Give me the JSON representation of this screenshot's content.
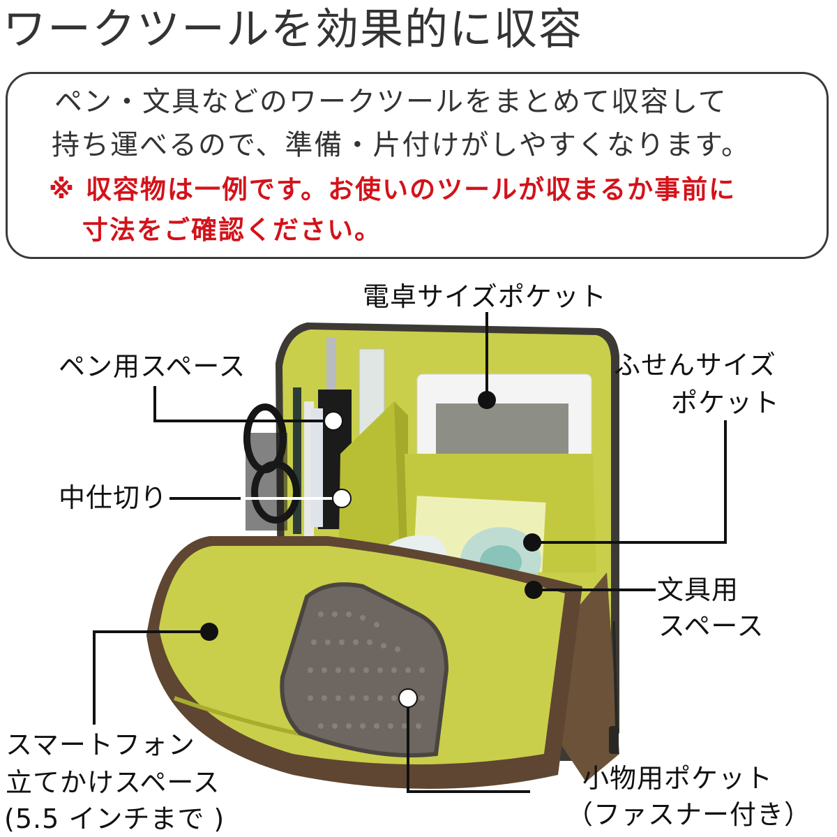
{
  "header": {
    "title": "ワークツールを効果的に収容"
  },
  "notice": {
    "lines": [
      "ペン・文具などのワークツールをまとめて収容して",
      "持ち運べるので、準備・片付けがしやすくなります。"
    ],
    "warning_lines": [
      "※ 収容物は一例です。お使いのツールが収まるか事前に",
      "寸法をご確認ください。"
    ]
  },
  "callouts": {
    "calculator_pocket": "電卓サイズポケット",
    "pen_space": "ペン用スペース",
    "sticky_note_pocket_line1": "ふせんサイズ",
    "sticky_note_pocket_line2": "ポケット",
    "divider": "中仕切り",
    "stationery_space_line1": "文具用",
    "stationery_space_line2": "スペース",
    "smartphone_stand_line1": "スマートフォン",
    "smartphone_stand_line2": "立てかけスペース",
    "smartphone_stand_line3": "(5.5 インチまで )",
    "small_items_pocket_line1": "小物用ポケット",
    "small_items_pocket_line2": "（ファスナー付き）"
  },
  "colors": {
    "lining": "#c9cf4a",
    "lining_shadow": "#a8ad2e",
    "outer_shell": "#6b5238",
    "zipper": "#3d3a36",
    "mesh": "#6e6660",
    "warning_red": "#d3121a",
    "text_dark": "#333333"
  }
}
